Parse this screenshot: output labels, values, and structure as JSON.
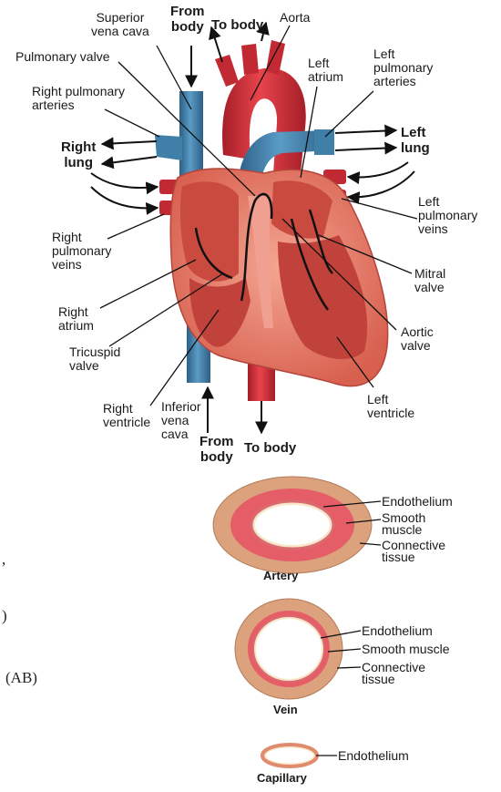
{
  "heart": {
    "labels": {
      "superior_vena_cava": "Superior\nvena cava",
      "from_body_top": "From\nbody",
      "to_body_top": "To body",
      "aorta": "Aorta",
      "pulmonary_valve": "Pulmonary valve",
      "left_atrium": "Left\natrium",
      "left_pulmonary_arteries": "Left\npulmonary\narteries",
      "right_pulmonary_arteries": "Right pulmonary\narteries",
      "right_lung": "Right\nlung",
      "left_lung": "Left\nlung",
      "left_pulmonary_veins": "Left\npulmonary\nveins",
      "right_pulmonary_veins": "Right\npulmonary\nveins",
      "mitral_valve": "Mitral\nvalve",
      "right_atrium": "Right\natrium",
      "aortic_valve": "Aortic\nvalve",
      "tricuspid_valve": "Tricuspid\nvalve",
      "right_ventricle": "Right\nventricle",
      "inferior_vena_cava": "Inferior\nvena\ncava",
      "from_body_bottom": "From\nbody",
      "to_body_bottom": "To body",
      "left_ventricle": "Left\nventricle"
    }
  },
  "vessels": {
    "artery": {
      "title": "Artery",
      "endothelium": "Endothelium",
      "smooth_muscle": "Smooth\nmuscle",
      "connective_tissue": "Connective\ntissue"
    },
    "vein": {
      "title": "Vein",
      "endothelium": "Endothelium",
      "smooth_muscle": "Smooth muscle",
      "connective_tissue": "Connective\ntissue"
    },
    "capillary": {
      "title": "Capillary",
      "endothelium": "Endothelium"
    }
  },
  "page_fragments": {
    "f1": ",",
    "f2": ")",
    "f3": "(AB)"
  },
  "colors": {
    "vein_blue": "#3f7fa8",
    "artery_red": "#d6303a",
    "myocardium": "#e87a6e",
    "chamber": "#c8463c",
    "vessel_wall_outer": "#e3a37e",
    "vessel_muscle": "#e05a62"
  }
}
